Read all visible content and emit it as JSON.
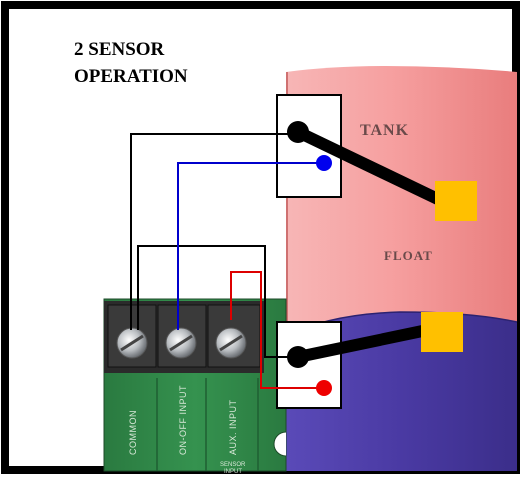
{
  "title": {
    "line1": "2 SENSOR",
    "line2": "OPERATION"
  },
  "tank": {
    "label": "TANK",
    "float_label": "FLOAT"
  },
  "terminal_block": {
    "labels": [
      "COMMON",
      "ON-OFF INPUT",
      "AUX. INPUT"
    ],
    "footer_line1": "SENSOR",
    "footer_line2": "INPUT"
  },
  "colors": {
    "frame": "#000000",
    "tank_upper": "#f4a3a3",
    "tank_lower": "#4a3aa3",
    "float": "#ffc000",
    "pcb": "#2f8a4a",
    "wire_common": "#000000",
    "wire_on_off": "#0000cc",
    "wire_aux": "#dd0000"
  }
}
